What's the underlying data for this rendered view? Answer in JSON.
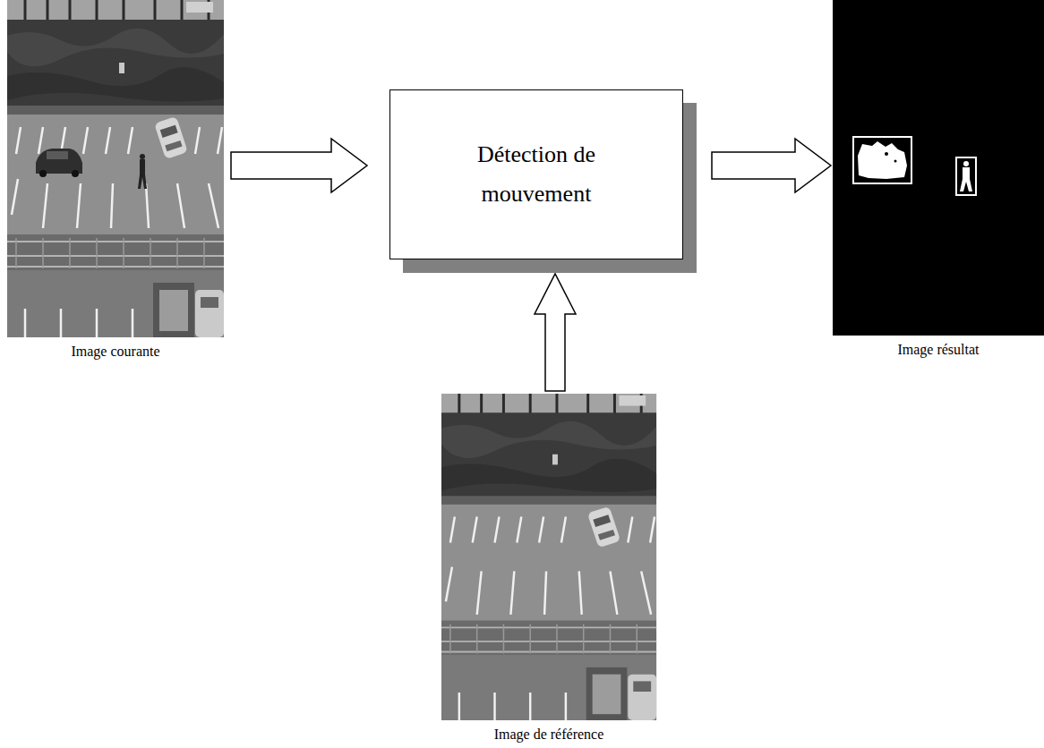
{
  "diagram": {
    "nodes": [
      {
        "text": [
          "Image courante"
        ]
      },
      {
        "text": [
          "Détection de mouvement"
        ]
      },
      {
        "text": [
          "Image résultat"
        ]
      },
      {
        "text": [
          "Image de référence"
        ]
      }
    ],
    "edges": [
      {
        "from": 0,
        "to": 1,
        "arrow": "to"
      },
      {
        "from": 3,
        "to": 1,
        "arrow": "to"
      },
      {
        "from": 1,
        "to": 2,
        "arrow": "to"
      }
    ]
  }
}
